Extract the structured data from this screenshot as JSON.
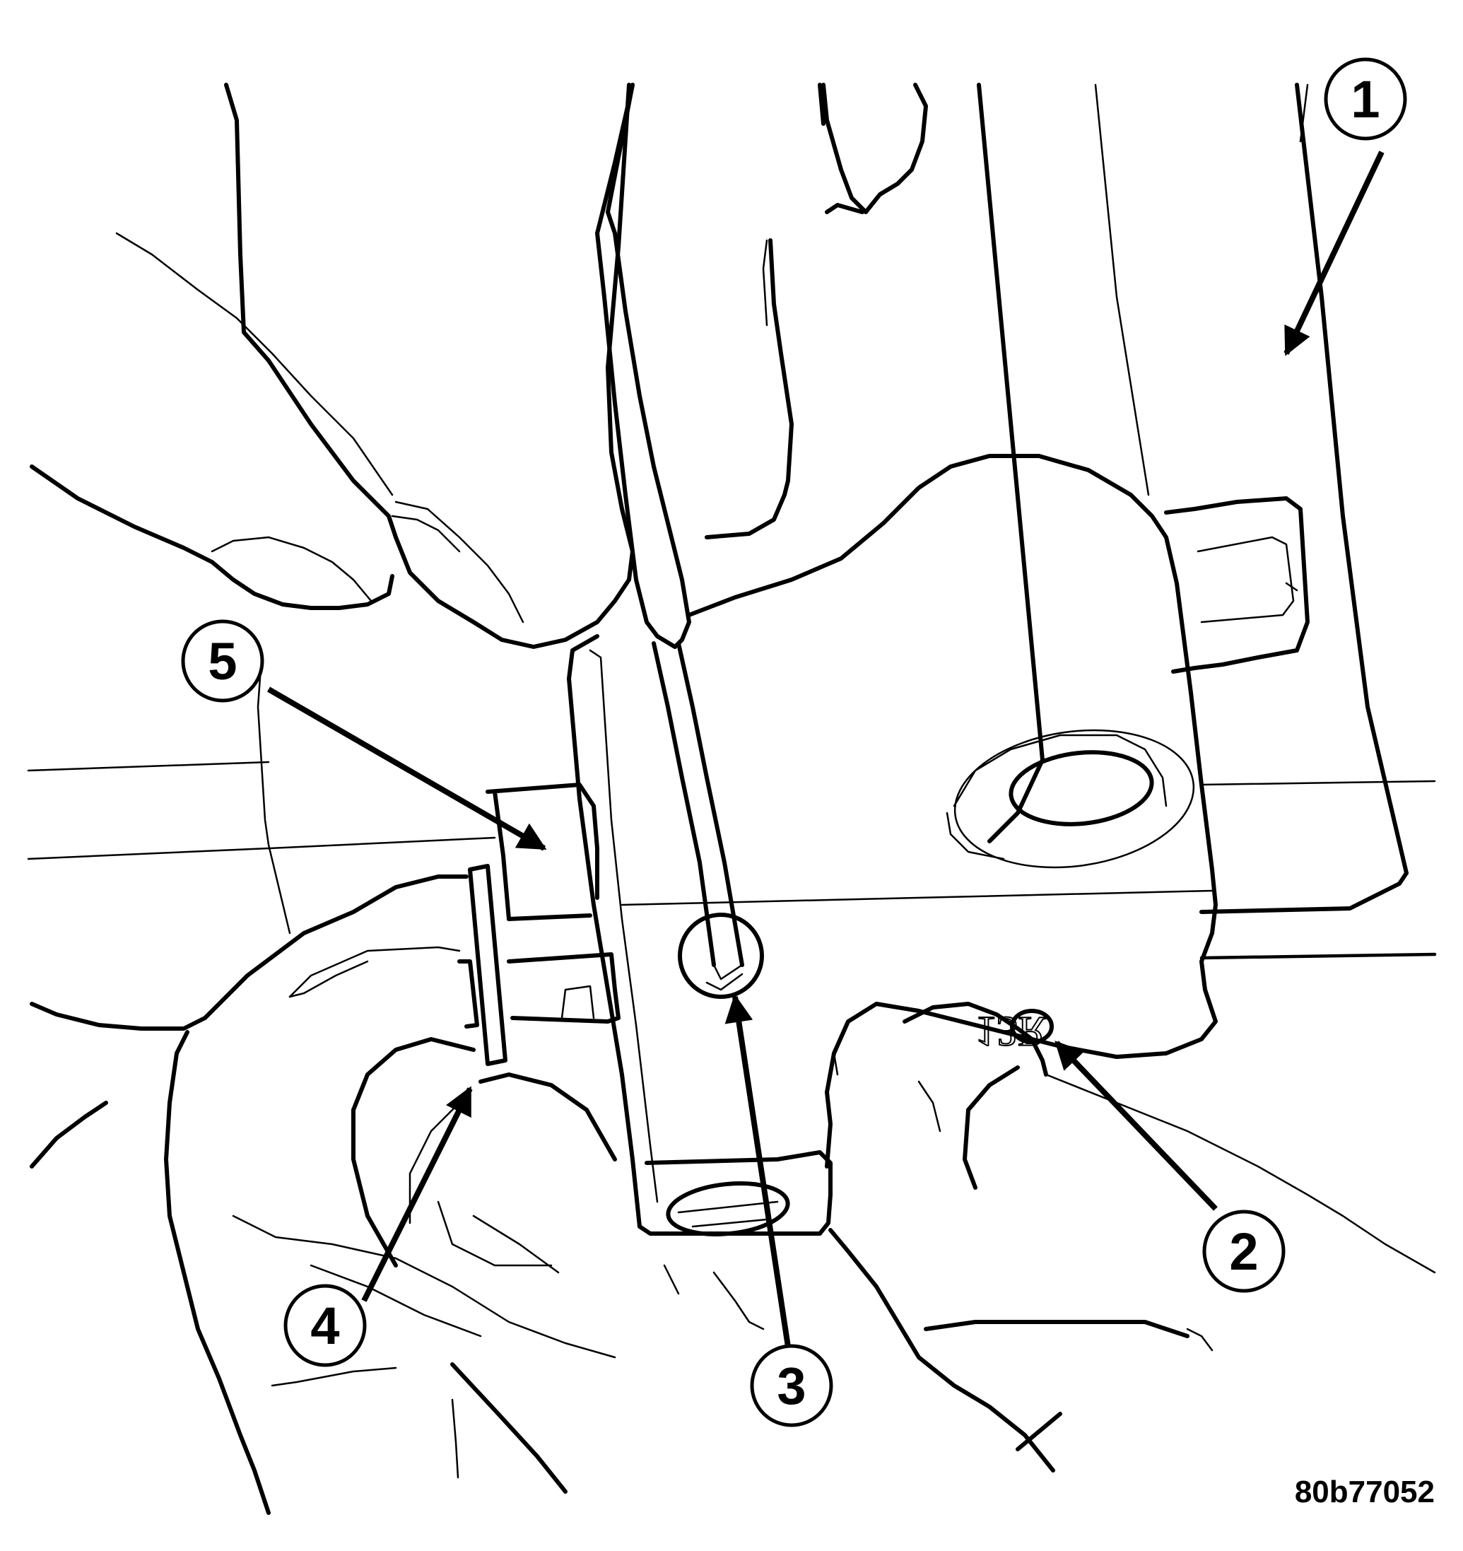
{
  "figure": {
    "reference_id": "80b77052",
    "stamp_marking": "13R",
    "callouts": [
      {
        "number": "1"
      },
      {
        "number": "2"
      },
      {
        "number": "3"
      },
      {
        "number": "4"
      },
      {
        "number": "5"
      }
    ]
  }
}
